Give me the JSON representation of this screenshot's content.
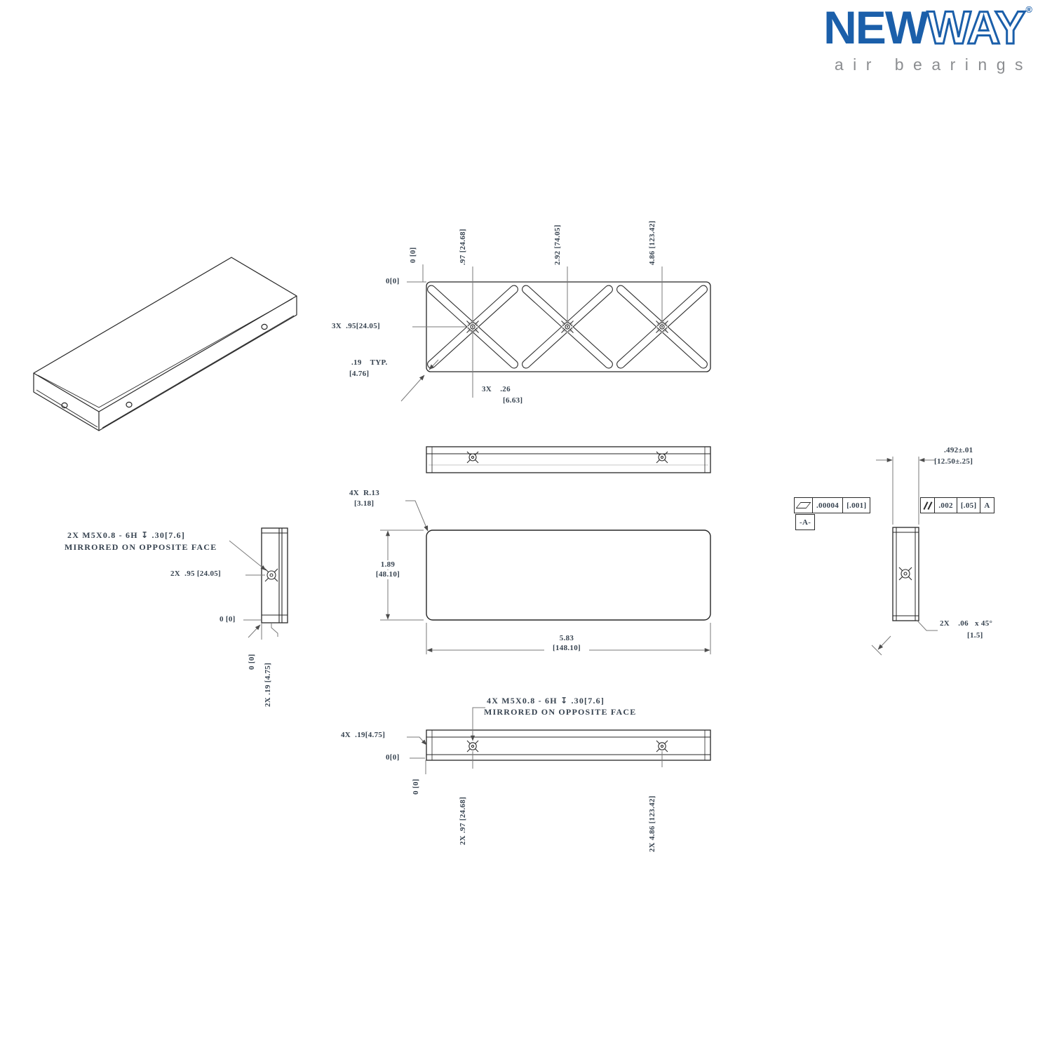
{
  "logo": {
    "part1": "NEW",
    "part2": "WAY",
    "registered": "®",
    "tagline": "air bearings",
    "brand_blue": "#1b5faa",
    "tagline_gray": "#8b8d90"
  },
  "top_view": {
    "zero_h": "0[0]",
    "pocket_y": "3X  .95[24.05]",
    "groove_width_line1": ".19    TYP.",
    "groove_width_line2": "[4.76]",
    "dim_zero": "0 [0]",
    "dim_pocket1": ".97 [24.68]",
    "dim_pocket2": "2.92 [74.05]",
    "dim_pocket3": "4.86 [123.42]",
    "orifice_line1": "3X    .26",
    "orifice_line2": "[6.63]"
  },
  "left_view": {
    "thread_note_line1": "2X M5X0.8 - 6H ↧ .30[7.6]",
    "thread_note_line2": "MIRRORED ON OPPOSITE FACE",
    "hole_height": "2X  .95 [24.05]",
    "zero": "0 [0]",
    "dim_zero": "0 [0]",
    "dim_hole_depth": "2X .19 [4.75]"
  },
  "front_view": {
    "corner_radius_line1": "4X  R.13",
    "corner_radius_line2": "[3.18]",
    "height_in": "1.89",
    "height_mm": "[48.10]",
    "width_in": "5.83",
    "width_mm": "[148.10]"
  },
  "bottom_view": {
    "thread_note_line1": "4X M5X0.8 - 6H ↧ .30[7.6]",
    "thread_note_line2": "MIRRORED ON OPPOSITE FACE",
    "hole_offset": "4X  .19[4.75]",
    "zero": "0[0]",
    "dim_zero": "0 [0]",
    "dim_hole1": "2X .97 [24.68]",
    "dim_hole2": "2X 4.86 [123.42]"
  },
  "right_view": {
    "thickness_in": ".492±.01",
    "thickness_mm": "[12.50±.25]",
    "flatness_value": ".00004",
    "flatness_mm": "[.001]",
    "datum": "-A-",
    "parallelism_value": ".002",
    "parallelism_mm": "[.05]",
    "parallelism_datum": "A",
    "chamfer_line1": "2X    .06   x 45°",
    "chamfer_line2": "[1.5]"
  }
}
